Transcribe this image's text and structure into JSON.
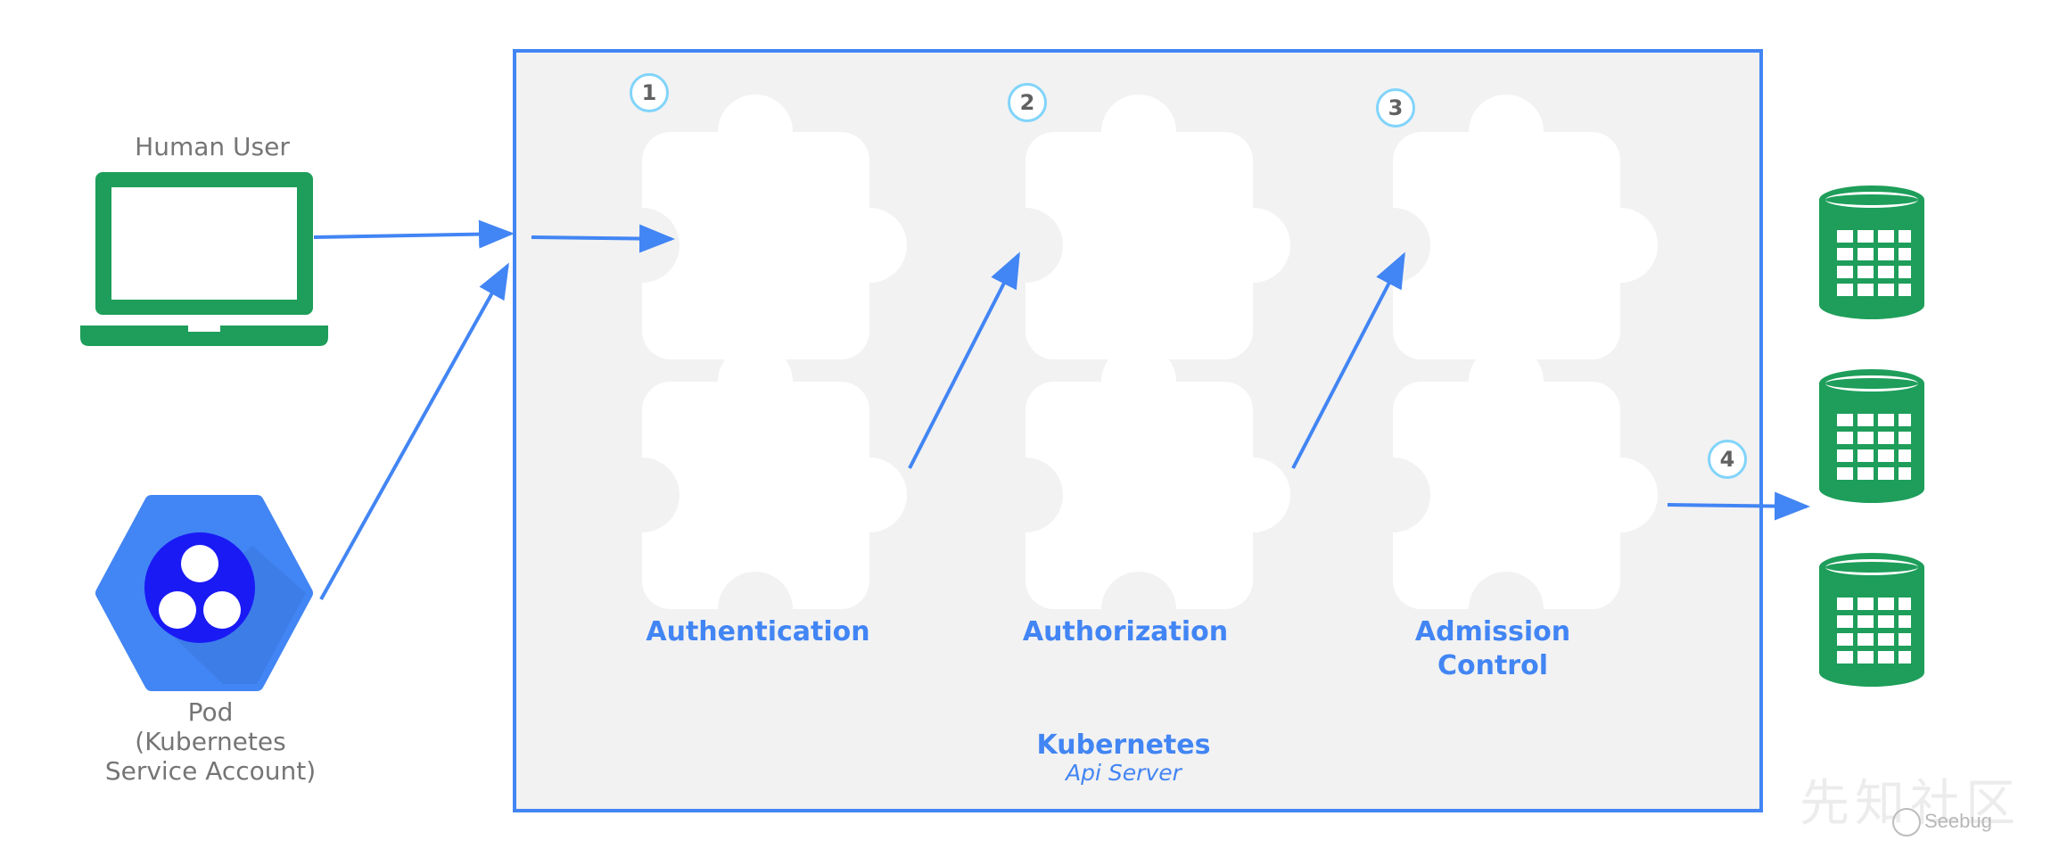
{
  "actors": {
    "human_user": {
      "label": "Human User",
      "icon": "laptop-icon"
    },
    "pod": {
      "label_lines": [
        "Pod",
        "(Kubernetes",
        "Service Account)"
      ],
      "icon": "pod-hexagon-icon"
    }
  },
  "api_server": {
    "title": "Kubernetes",
    "subtitle": "Api Server",
    "stages": [
      {
        "step": "1",
        "label_lines": [
          "Authentication"
        ]
      },
      {
        "step": "2",
        "label_lines": [
          "Authorization"
        ]
      },
      {
        "step": "3",
        "label_lines": [
          "Admission",
          "Control"
        ]
      }
    ],
    "output_step": "4"
  },
  "storage": {
    "icon": "database-icon",
    "count": 3
  },
  "watermark": {
    "chinese": "先知社区",
    "brand": "Seebug"
  },
  "colors": {
    "accent_blue": "#4285F4",
    "green": "#1E9E5A",
    "panel_gray": "#F2F2F2",
    "step_circle": "#81D4FA",
    "pod_hex": "#4285F4",
    "pod_core": "#1A1AF5"
  }
}
